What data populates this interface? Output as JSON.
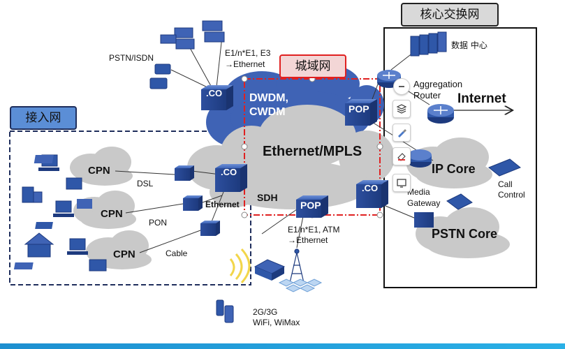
{
  "panels": {
    "core": "核心交换网",
    "metro": "城域网",
    "access": "接入网"
  },
  "labels": {
    "pstn_isdn": "PSTN/ISDN",
    "e1_ethernet_line1": "E1/n*E1, E3",
    "e1_ethernet_line2": "→Ethernet",
    "co": ".CO",
    "dwdm_line1": "DWDM,",
    "dwdm_line2": "CWDM",
    "pop": "POP",
    "ethernet_mpls": "Ethernet/MPLS",
    "data_center": "数据 中心",
    "aggregation_line1": "Aggregation",
    "aggregation_line2": "Router",
    "internet": "Internet",
    "ip_core": "IP Core",
    "call_control_line1": "Call",
    "call_control_line2": "Control",
    "media_gateway_line1": "Media",
    "media_gateway_line2": "Gateway",
    "pstn_core": "PSTN Core",
    "cpn": "CPN",
    "dsl": "DSL",
    "pon": "PON",
    "cable": "Cable",
    "ethernet": "Ethernet",
    "sdh": "SDH",
    "atm_line1": "E1/n*E1, ATM",
    "atm_line2": "→Ethernet",
    "wireless_line1": "2G/3G",
    "wireless_line2": "WiFi, WiMax"
  },
  "colors": {
    "cloud_blue": "#3f63b5",
    "cloud_gray": "#c9c9c9",
    "device_blue": "#2f57a8",
    "metro_red": "#e02020",
    "access_dash": "#1f2e5c",
    "tag_gray": "#d9d9d9",
    "tag_blue": "#5b8ed6"
  },
  "toolbar_icons": [
    "minus-icon",
    "layers-icon",
    "brush-icon",
    "eraser-icon",
    "screen-icon"
  ]
}
